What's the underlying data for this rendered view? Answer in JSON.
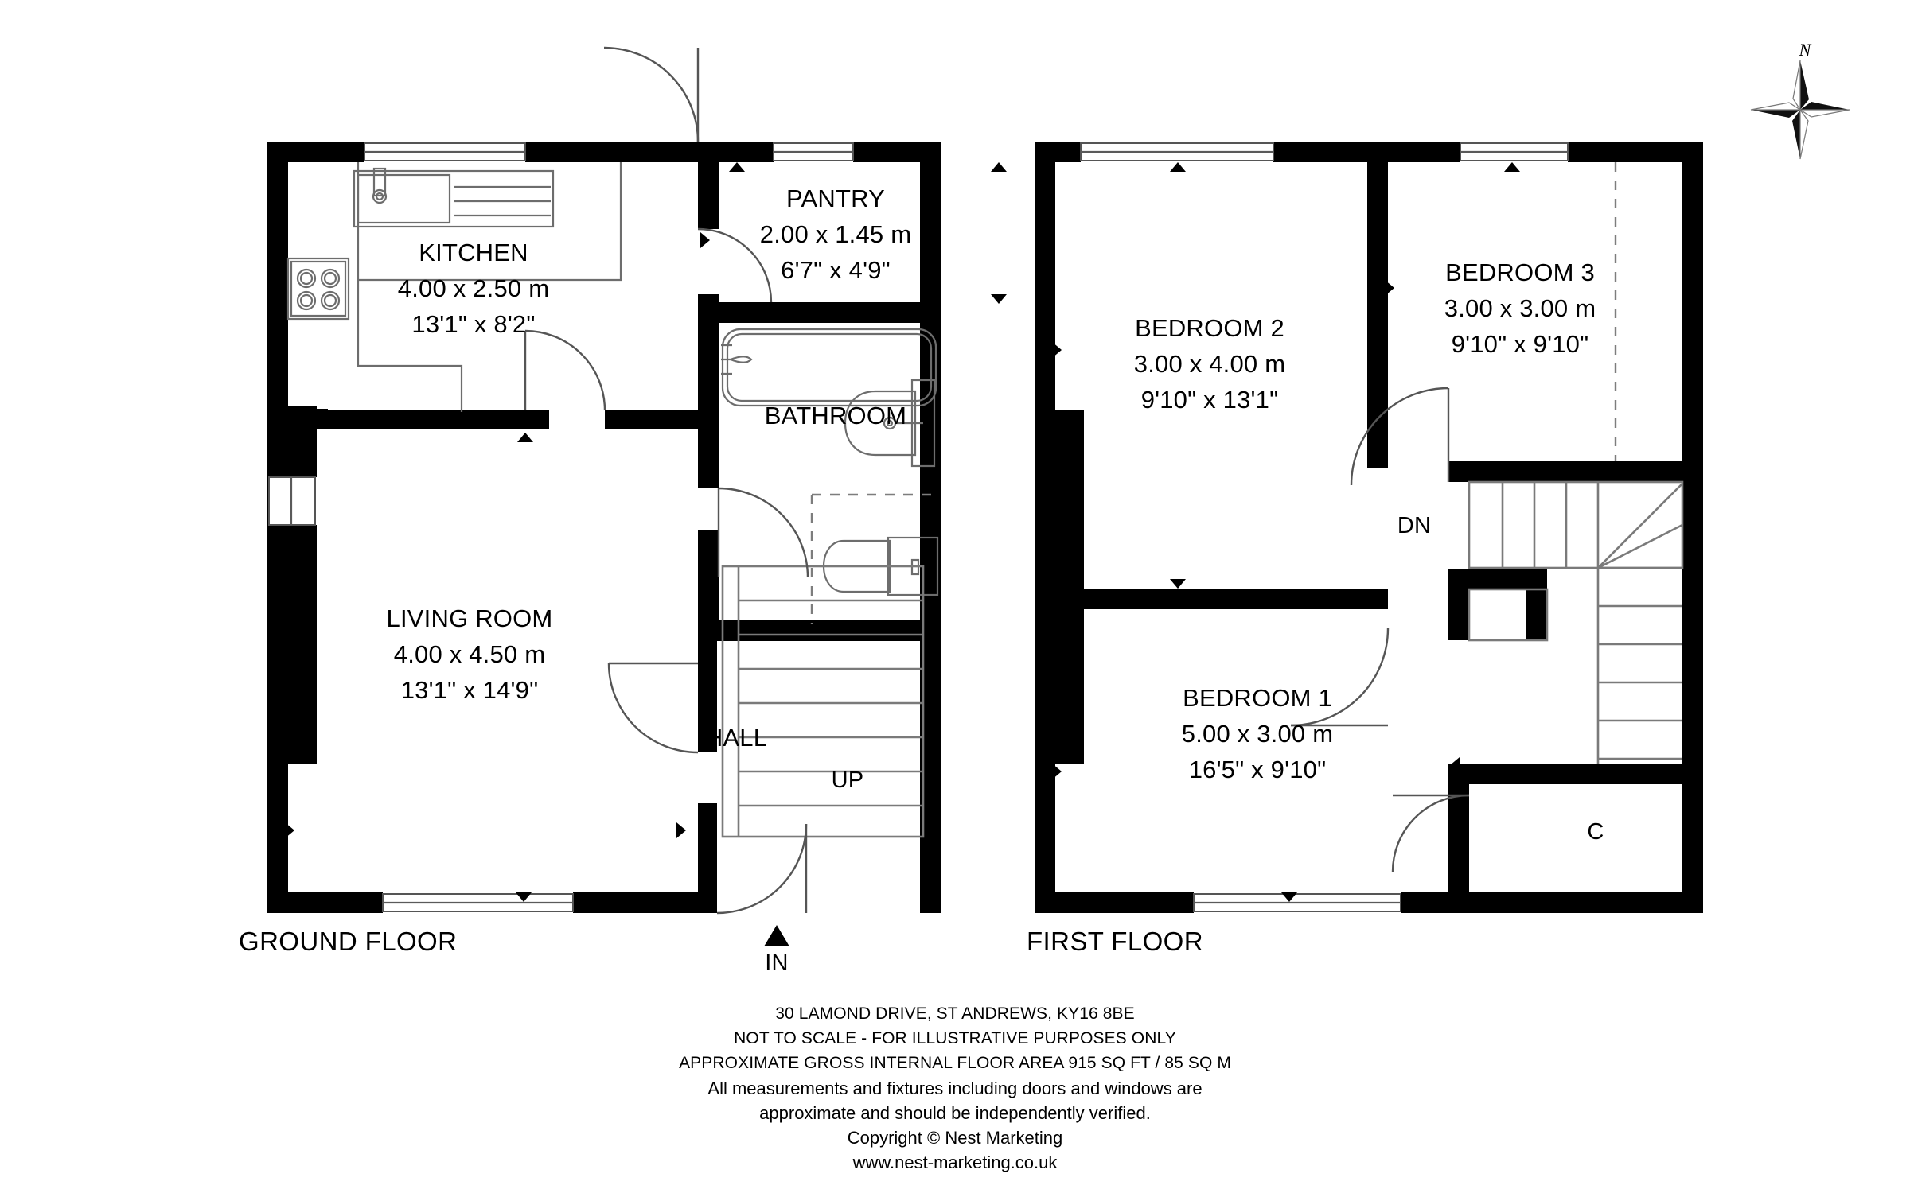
{
  "document": {
    "type": "floor-plan",
    "compass_label": "N"
  },
  "floors": [
    {
      "id": "ground",
      "title": "GROUND FLOOR",
      "rooms": [
        {
          "id": "kitchen",
          "name": "KITCHEN",
          "dim_metric": "4.00 x 2.50 m",
          "dim_imperial": "13'1\" x 8'2\""
        },
        {
          "id": "pantry",
          "name": "PANTRY",
          "dim_metric": "2.00 x 1.45 m",
          "dim_imperial": "6'7\" x 4'9\""
        },
        {
          "id": "bathroom",
          "name": "BATHROOM",
          "dim_metric": "",
          "dim_imperial": ""
        },
        {
          "id": "living",
          "name": "LIVING ROOM",
          "dim_metric": "4.00 x 4.50 m",
          "dim_imperial": "13'1\" x 14'9\""
        },
        {
          "id": "hall",
          "name": "HALL",
          "dim_metric": "",
          "dim_imperial": ""
        }
      ],
      "markers": [
        {
          "id": "stairs-up",
          "label": "UP"
        },
        {
          "id": "entrance",
          "label": "IN"
        }
      ]
    },
    {
      "id": "first",
      "title": "FIRST FLOOR",
      "rooms": [
        {
          "id": "bedroom2",
          "name": "BEDROOM 2",
          "dim_metric": "3.00 x 4.00 m",
          "dim_imperial": "9'10\" x 13'1\""
        },
        {
          "id": "bedroom3",
          "name": "BEDROOM 3",
          "dim_metric": "3.00 x 3.00 m",
          "dim_imperial": "9'10\" x 9'10\""
        },
        {
          "id": "bedroom1",
          "name": "BEDROOM 1",
          "dim_metric": "5.00 x 3.00 m",
          "dim_imperial": "16'5\" x 9'10\""
        }
      ],
      "markers": [
        {
          "id": "stairs-down",
          "label": "DN"
        },
        {
          "id": "cupboard",
          "label": "C"
        }
      ]
    }
  ],
  "footer": {
    "address": "30 LAMOND DRIVE, ST ANDREWS, KY16 8BE",
    "scale_notice": "NOT TO SCALE - FOR ILLUSTRATIVE PURPOSES ONLY",
    "area": "APPROXIMATE GROSS INTERNAL FLOOR AREA 915 SQ FT / 85 SQ M",
    "disclaimer_line1": "All measurements and fixtures including doors and windows are",
    "disclaimer_line2": "approximate and should be independently verified.",
    "copyright": "Copyright © Nest Marketing",
    "website": "www.nest-marketing.co.uk"
  },
  "colors": {
    "wall": "#000000",
    "background": "#ffffff",
    "fixture_line": "#6d6d6d",
    "text": "#000000"
  }
}
